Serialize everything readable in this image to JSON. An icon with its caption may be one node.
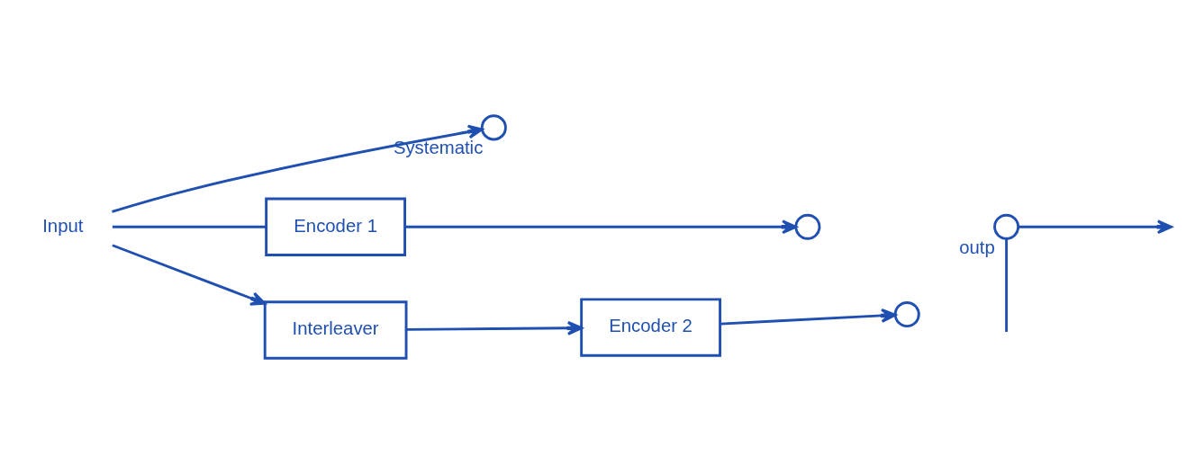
{
  "diagram": {
    "nodes": [
      {
        "text": [
          "Input"
        ]
      },
      {
        "text": [],
        "shape": "circle",
        "beside": [
          "Systematic"
        ]
      },
      {
        "text": [
          "Encoder 1"
        ]
      },
      {
        "text": [],
        "shape": "circle"
      },
      {
        "text": [
          "Interleaver"
        ]
      },
      {
        "text": [
          "Encoder 2"
        ]
      },
      {
        "text": [],
        "shape": "circle"
      },
      {
        "text": [],
        "shape": "circle",
        "beside": [
          "outp"
        ]
      }
    ],
    "edges": [
      {
        "from": 0,
        "to": 1,
        "arrow": "to"
      },
      {
        "from": 0,
        "to": 2,
        "arrow": "none"
      },
      {
        "from": 0,
        "to": 4,
        "arrow": "to"
      },
      {
        "from": 2,
        "to": 3,
        "arrow": "to"
      },
      {
        "from": 4,
        "to": 5,
        "arrow": "to"
      },
      {
        "from": 5,
        "to": 6,
        "arrow": "to"
      },
      {
        "from": 7,
        "to": null,
        "arrow": "to"
      },
      {
        "from": 7,
        "to": null,
        "arrow": "none"
      }
    ]
  }
}
